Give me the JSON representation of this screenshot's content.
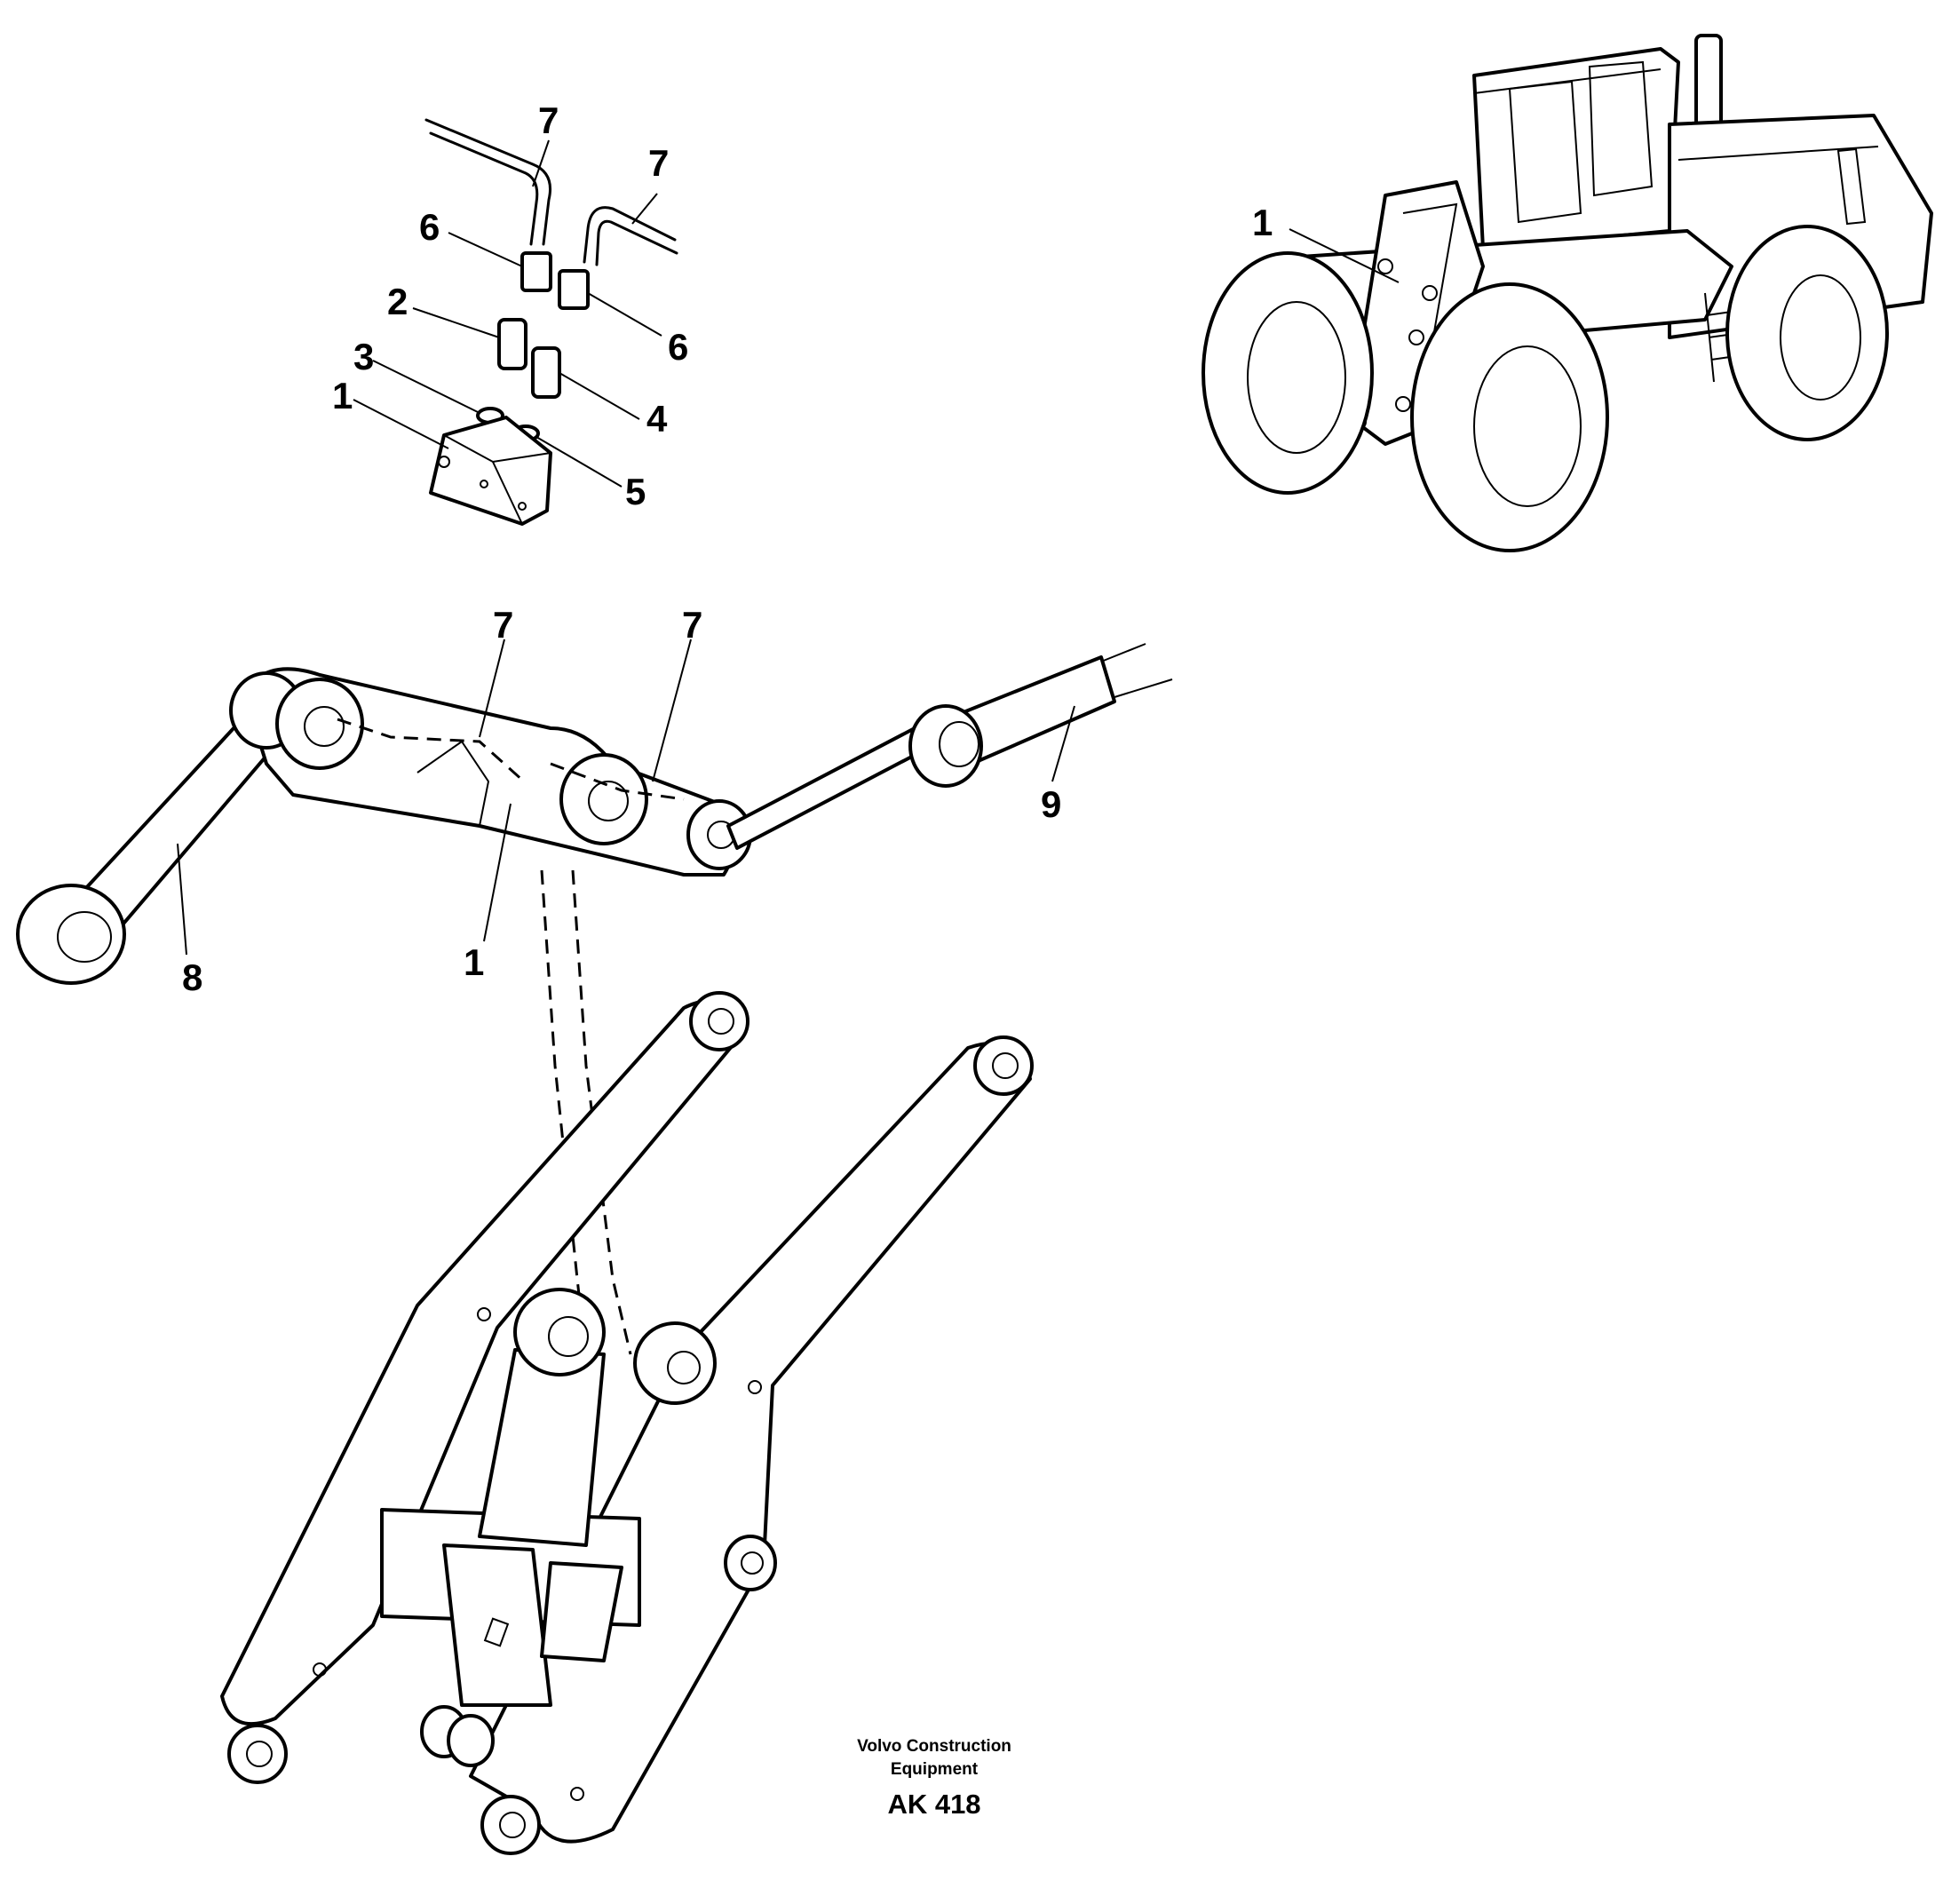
{
  "caption": {
    "company_line1": "Volvo Construction",
    "company_line2": "Equipment",
    "code": "AK 418"
  },
  "callouts": {
    "a1": "1",
    "a2": "2",
    "a3": "3",
    "a4": "4",
    "a5": "5",
    "a6l": "6",
    "a6r": "6",
    "a7l": "7",
    "a7r": "7",
    "b7l": "7",
    "b7r": "7",
    "b1": "1",
    "b8": "8",
    "b9": "9",
    "m1": "1"
  }
}
